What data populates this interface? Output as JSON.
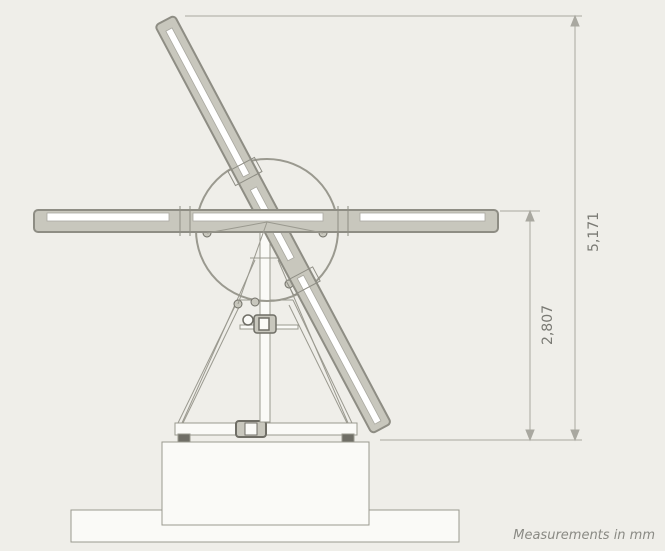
{
  "dimensions": {
    "total_height": "5,171",
    "axis_height": "2,807"
  },
  "note": "Measurements in mm",
  "colors": {
    "background": "#efeee9",
    "panel_fill": "#c8c7bd",
    "outline": "#8e8d84",
    "thin_line": "#9a998f",
    "white_strip": "#ffffff",
    "dimension_line": "#a9a8a0"
  }
}
